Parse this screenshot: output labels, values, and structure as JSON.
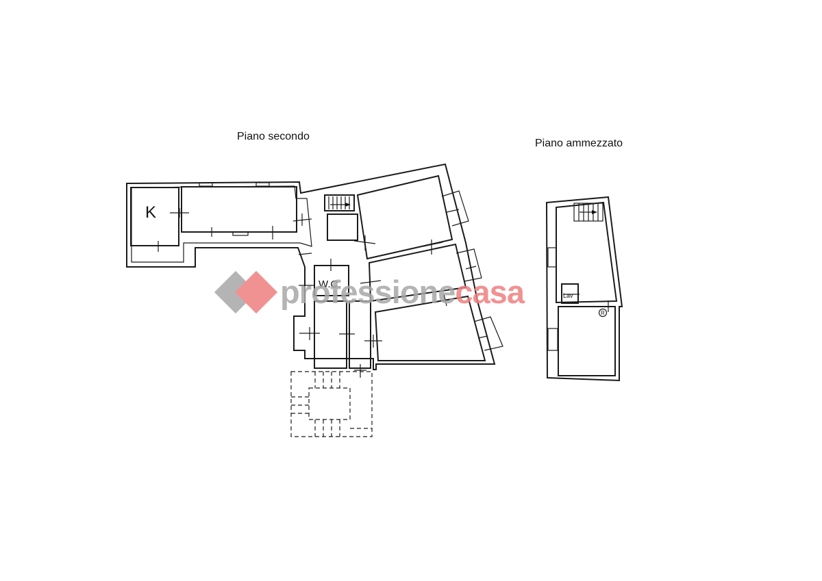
{
  "labels": {
    "floor_second": "Piano secondo",
    "floor_mezzanine": "Piano ammezzato",
    "room_kitchen": "K",
    "room_wc": "W.C.",
    "room_laundry": "Lav",
    "symbol_r": "R"
  },
  "watermark": {
    "part1": "professione",
    "part2": "casa",
    "color_gray": "#a8a8a8",
    "color_pink": "#ef7f7f"
  }
}
